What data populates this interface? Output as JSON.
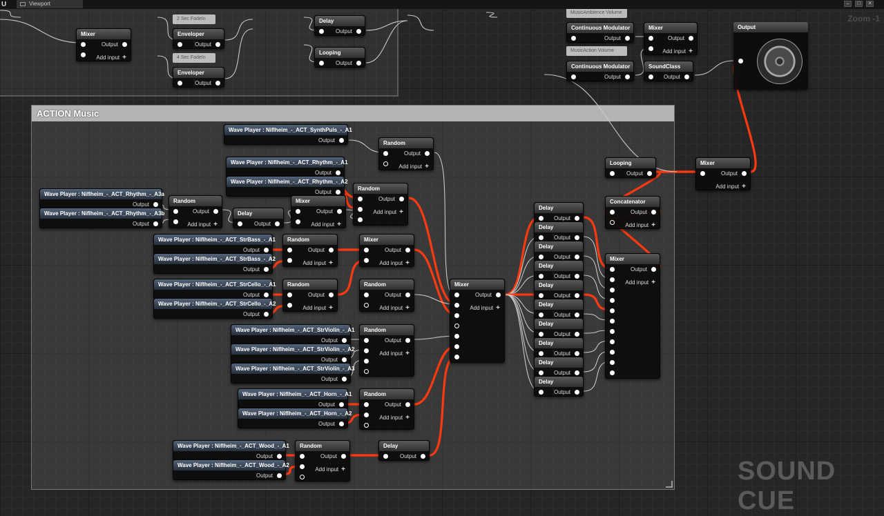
{
  "window": {
    "tab_label": "Viewport",
    "zoom_label": "Zoom -1",
    "controls": [
      "–",
      "□",
      "✕"
    ]
  },
  "comments": {
    "action_music": "ACTION Music"
  },
  "pins": {
    "output": "Output",
    "add_input": "Add input",
    "plus": "+"
  },
  "nodes": {
    "mixer_top": "Mixer",
    "fadein_2": "2 Sec FadeIn",
    "fadein_4": "4 Sec FadeIn",
    "enveloper_1": "Enveloper",
    "enveloper_2": "Enveloper",
    "delay_top": "Delay",
    "looping_top": "Looping",
    "music_ambience_volume": "MusicAmbience Volume",
    "music_action_volume": "MusicAction Volume",
    "continuous_modulator_1": "Continuous Modulator",
    "continuous_modulator_2": "Continuous Modulator",
    "mixer_upper_right": "Mixer",
    "soundclass": "SoundClass",
    "output_node": "Output",
    "looping_right": "Looping",
    "mixer_right": "Mixer",
    "concatenator": "Concatenator",
    "mixer_large": "Mixer",
    "wave_synthpuls_a1": "Wave Player : Niflheim_-_ACT_SynthPuls_-_A1",
    "random_synth": "Random",
    "wave_rhythm_a1": "Wave Player : Niflheim_-_ACT_Rhythm_-_A1",
    "wave_rhythm_a2": "Wave Player : Niflheim_-_ACT_Rhythm_-_A2",
    "random_rhythm_main": "Random",
    "wave_rhythm_a3a": "Wave Player : Niflheim_-_ACT_Rhythm_-_A3a",
    "wave_rhythm_a3b": "Wave Player : Niflheim_-_ACT_Rhythm_-_A3b",
    "random_rhythm_a3": "Random",
    "delay_rhythm_a3": "Delay",
    "mixer_rhythm": "Mixer",
    "wave_strbass_a1": "Wave Player : Niflheim_-_ACT_StrBass_-_A1",
    "wave_strbass_a2": "Wave Player : Niflheim_-_ACT_StrBass_-_A2",
    "random_strbass": "Random",
    "mixer_strings": "Mixer",
    "wave_strcello_a1": "Wave Player : Niflheim_-_ACT_StrCello_-_A1",
    "wave_strcello_a2": "Wave Player : Niflheim_-_ACT_StrCello_-_A2",
    "random_strcello": "Random",
    "random_strings": "Random",
    "wave_strviolin_a1": "Wave Player : Niflheim_-_ACT_StrViolin_-_A1",
    "wave_strviolin_a2": "Wave Player : Niflheim_-_ACT_StrViolin_-_A2",
    "wave_strviolin_a3": "Wave Player : Niflheim_-_ACT_StrViolin_-_A3",
    "random_strviolin": "Random",
    "wave_horn_a1": "Wave Player : Niflheim_-_ACT_Horn_-_A1",
    "wave_horn_a2": "Wave Player : Niflheim_-_ACT_Horn_-_A2",
    "random_horn": "Random",
    "wave_wood_a1": "Wave Player : Niflheim_-_ACT_Wood_-_A1",
    "wave_wood_a2": "Wave Player : Niflheim_-_ACT_Wood_-_A2",
    "random_wood": "Random",
    "delay_wood": "Delay",
    "mixer_center": "Mixer",
    "delay_1": "Delay",
    "delay_2": "Delay",
    "delay_3": "Delay",
    "delay_4": "Delay",
    "delay_5": "Delay",
    "delay_6": "Delay",
    "delay_7": "Delay",
    "delay_8": "Delay",
    "delay_9": "Delay",
    "delay_10": "Delay"
  },
  "watermark": "SOUND CUE",
  "colors": {
    "active_wire": "#ff3a10",
    "idle_wire": "#c8c8c8",
    "comment_header": "#b4b4b4",
    "node_body": "#0d0d0d"
  }
}
